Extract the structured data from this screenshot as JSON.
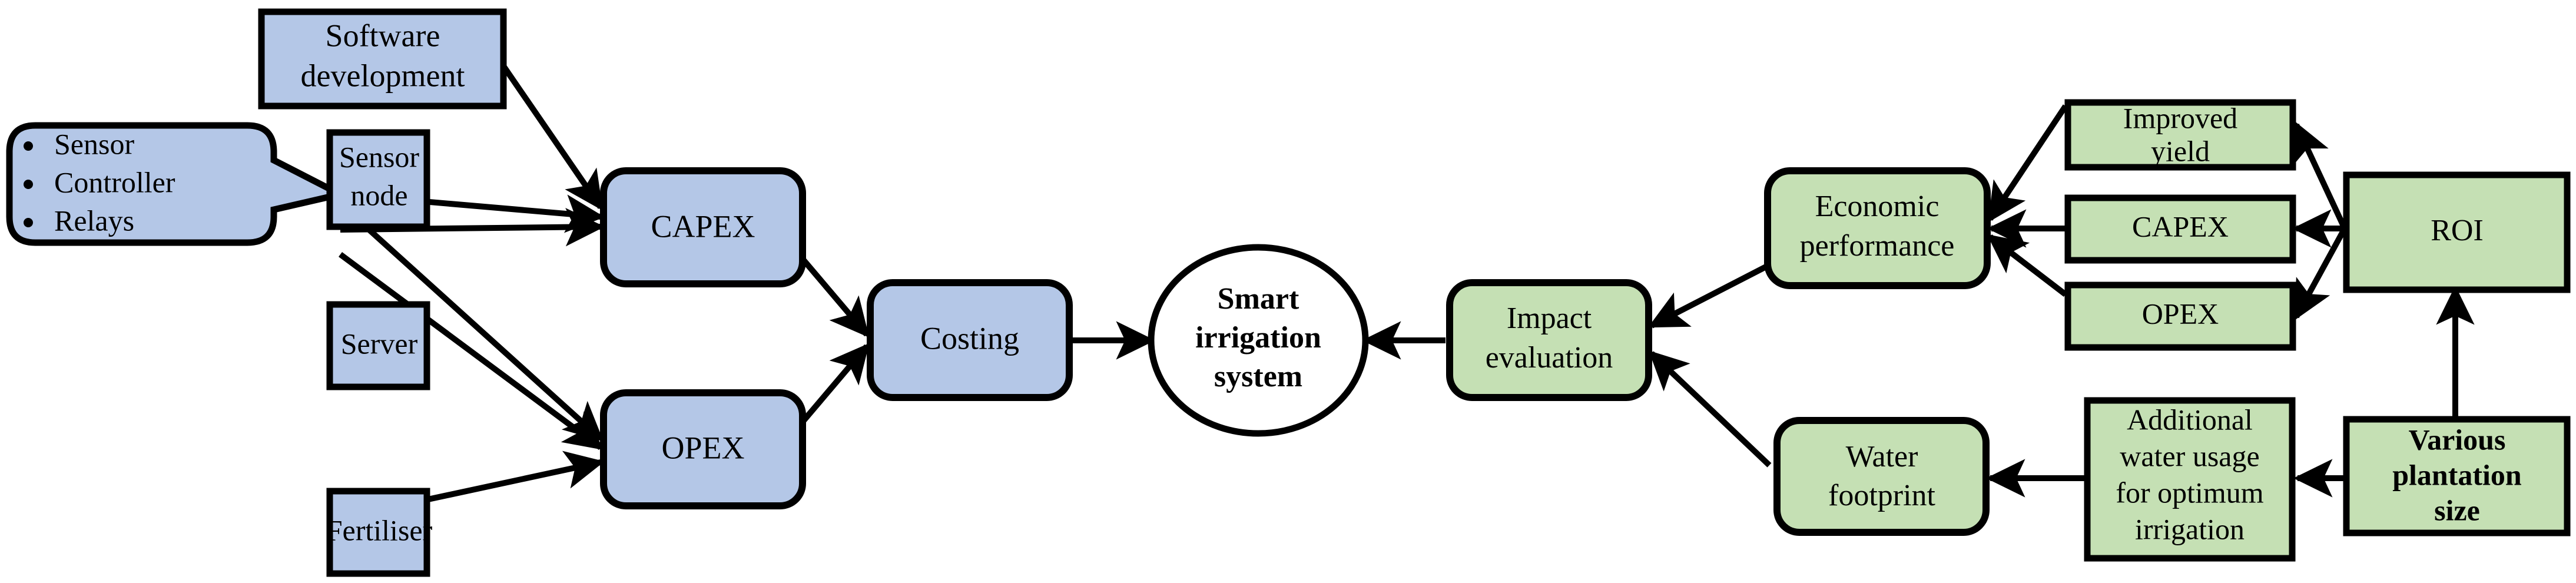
{
  "diagram": {
    "title": "Smart irrigation system cost and impact evaluation flow diagram",
    "colors": {
      "blue_fill": "#b4c7e7",
      "green_fill": "#c5e0b4",
      "stroke": "#000000",
      "background": "#ffffff",
      "ellipse_fill": "#ffffff"
    },
    "nodes": {
      "software_development": {
        "label_line1": "Software",
        "label_line2": "development",
        "shape": "rect",
        "fill": "blue"
      },
      "components_callout": {
        "bullets": [
          "Sensor",
          "Controller",
          "Relays"
        ],
        "shape": "rounded-callout",
        "fill": "blue"
      },
      "sensor_node": {
        "label_line1": "Sensor",
        "label_line2": "node",
        "shape": "rect",
        "fill": "blue"
      },
      "server": {
        "label_line1": "Server",
        "shape": "rect",
        "fill": "blue"
      },
      "fertiliser": {
        "label_line1": "Fertiliser",
        "shape": "rect",
        "fill": "blue"
      },
      "capex_left": {
        "label_line1": "CAPEX",
        "shape": "rounded-rect",
        "fill": "blue"
      },
      "opex_left": {
        "label_line1": "OPEX",
        "shape": "rounded-rect",
        "fill": "blue"
      },
      "costing": {
        "label_line1": "Costing",
        "shape": "rounded-rect",
        "fill": "blue"
      },
      "smart_irrigation_system": {
        "label_line1": "Smart",
        "label_line2": "irrigation",
        "label_line3": "system",
        "shape": "ellipse",
        "fill": "white",
        "bold": true
      },
      "impact_evaluation": {
        "label_line1": "Impact",
        "label_line2": "evaluation",
        "shape": "rounded-rect",
        "fill": "green"
      },
      "economic_performance": {
        "label_line1": "Economic",
        "label_line2": "performance",
        "shape": "rounded-rect",
        "fill": "green"
      },
      "improved_yield": {
        "label_line1": "Improved",
        "label_line2": "yield",
        "shape": "rect",
        "fill": "green"
      },
      "capex_right": {
        "label_line1": "CAPEX",
        "shape": "rect",
        "fill": "green"
      },
      "opex_right": {
        "label_line1": "OPEX",
        "shape": "rect",
        "fill": "green"
      },
      "roi": {
        "label_line1": "ROI",
        "shape": "rect",
        "fill": "green"
      },
      "water_footprint": {
        "label_line1": "Water",
        "label_line2": "footprint",
        "shape": "rounded-rect",
        "fill": "green"
      },
      "additional_water_usage": {
        "label_line1": "Additional",
        "label_line2": "water usage",
        "label_line3": "for optimum",
        "label_line4": "irrigation",
        "shape": "rect",
        "fill": "green"
      },
      "various_plantation_size": {
        "label_line1": "Various",
        "label_line2": "plantation",
        "label_line3": "size",
        "shape": "rect",
        "fill": "green",
        "bold": true
      }
    },
    "edges": [
      {
        "from": "components_callout",
        "to": "sensor_node",
        "type": "callout-tail"
      },
      {
        "from": "software_development",
        "to": "capex_left",
        "type": "arrow"
      },
      {
        "from": "sensor_node",
        "to": "capex_left",
        "type": "arrow"
      },
      {
        "from": "sensor_node",
        "to": "opex_left",
        "type": "arrow"
      },
      {
        "from": "server",
        "to": "capex_left",
        "type": "arrow"
      },
      {
        "from": "server",
        "to": "opex_left",
        "type": "arrow"
      },
      {
        "from": "fertiliser",
        "to": "opex_left",
        "type": "arrow"
      },
      {
        "from": "capex_left",
        "to": "costing",
        "type": "arrow"
      },
      {
        "from": "opex_left",
        "to": "costing",
        "type": "arrow"
      },
      {
        "from": "costing",
        "to": "smart_irrigation_system",
        "type": "arrow"
      },
      {
        "from": "impact_evaluation",
        "to": "smart_irrigation_system",
        "type": "arrow"
      },
      {
        "from": "economic_performance",
        "to": "impact_evaluation",
        "type": "arrow"
      },
      {
        "from": "water_footprint",
        "to": "impact_evaluation",
        "type": "arrow"
      },
      {
        "from": "improved_yield",
        "to": "economic_performance",
        "type": "arrow"
      },
      {
        "from": "capex_right",
        "to": "economic_performance",
        "type": "arrow"
      },
      {
        "from": "opex_right",
        "to": "economic_performance",
        "type": "arrow"
      },
      {
        "from": "roi",
        "to": "improved_yield",
        "type": "arrow"
      },
      {
        "from": "roi",
        "to": "capex_right",
        "type": "arrow"
      },
      {
        "from": "roi",
        "to": "opex_right",
        "type": "arrow"
      },
      {
        "from": "various_plantation_size",
        "to": "roi",
        "type": "arrow"
      },
      {
        "from": "various_plantation_size",
        "to": "additional_water_usage",
        "type": "arrow"
      },
      {
        "from": "additional_water_usage",
        "to": "water_footprint",
        "type": "arrow"
      }
    ]
  }
}
